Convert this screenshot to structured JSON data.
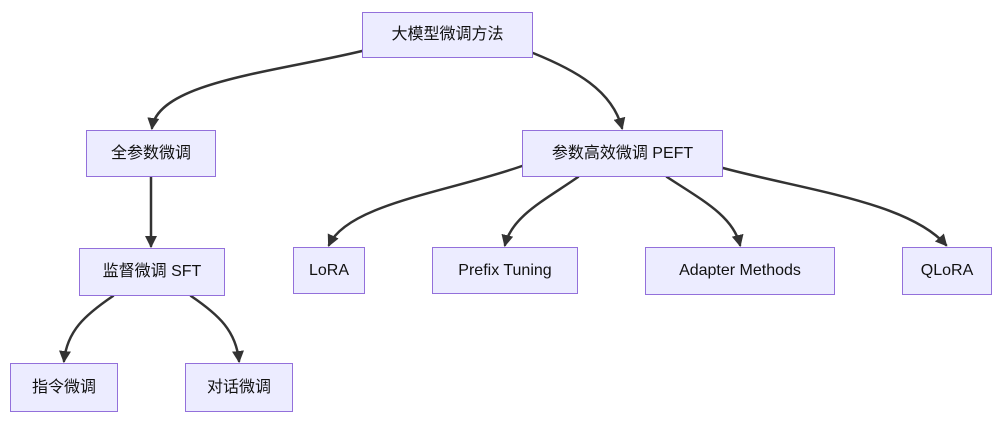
{
  "diagram": {
    "type": "flowchart",
    "direction": "top-down",
    "colors": {
      "background": "#FFFFFF",
      "node_fill": "#ECECFF",
      "node_border": "#9370DB",
      "edge": "#333333",
      "text": "#111111"
    },
    "nodes": {
      "root": {
        "label": "大模型微调方法"
      },
      "full_param": {
        "label": "全参数微调"
      },
      "peft": {
        "label": "参数高效微调 PEFT"
      },
      "sft": {
        "label": "监督微调 SFT"
      },
      "lora": {
        "label": "LoRA"
      },
      "prefix_tuning": {
        "label": "Prefix Tuning"
      },
      "adapter_methods": {
        "label": "Adapter Methods"
      },
      "qlora": {
        "label": "QLoRA"
      },
      "instruction_tuning": {
        "label": "指令微调"
      },
      "dialogue_tuning": {
        "label": "对话微调"
      }
    },
    "edges": [
      {
        "from": "root",
        "to": "full_param"
      },
      {
        "from": "root",
        "to": "peft"
      },
      {
        "from": "full_param",
        "to": "sft"
      },
      {
        "from": "sft",
        "to": "instruction_tuning"
      },
      {
        "from": "sft",
        "to": "dialogue_tuning"
      },
      {
        "from": "peft",
        "to": "lora"
      },
      {
        "from": "peft",
        "to": "prefix_tuning"
      },
      {
        "from": "peft",
        "to": "adapter_methods"
      },
      {
        "from": "peft",
        "to": "qlora"
      }
    ]
  }
}
